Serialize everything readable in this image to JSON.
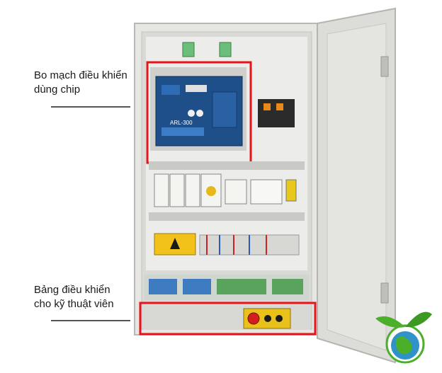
{
  "annotations": [
    {
      "id": "chip-board",
      "line1": "Bo mạch điều khiển",
      "line2": "dùng chip"
    },
    {
      "id": "tech-panel",
      "line1": "Bảng điều khiển",
      "line2": "cho kỹ thuật viên"
    }
  ],
  "board_model": "ARL-300",
  "colors": {
    "highlight": "#e8141b",
    "cabinet": "#e6e6e2",
    "board": "#1f4f88",
    "logo_green": "#4caf2a"
  }
}
